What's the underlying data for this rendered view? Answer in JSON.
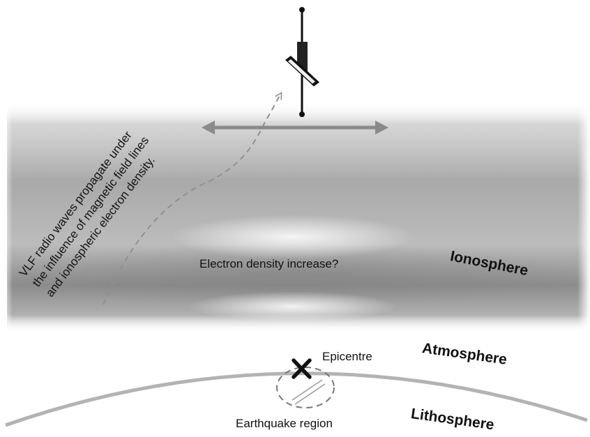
{
  "labels": {
    "ionosphere": "Ionosphere",
    "atmosphere": "Atmosphere",
    "lithosphere": "Lithosphere",
    "electron_density": "Electron density increase?",
    "epicentre": "Epicentre",
    "earthquake_region": "Earthquake region"
  },
  "annotation": {
    "line1": "VLF  radio  waves  propagate  under",
    "line2": "the influence of magnetic field lines",
    "line3": "and ionospheric electron density."
  },
  "icons": {
    "satellite": "satellite-icon",
    "epicentre_marker": "x-mark-icon"
  },
  "colors": {
    "ionosphere_shade": "#8c8c8c",
    "surface_line": "#b3b3b3",
    "arrow": "#8a8a8a",
    "text": "#111111"
  }
}
